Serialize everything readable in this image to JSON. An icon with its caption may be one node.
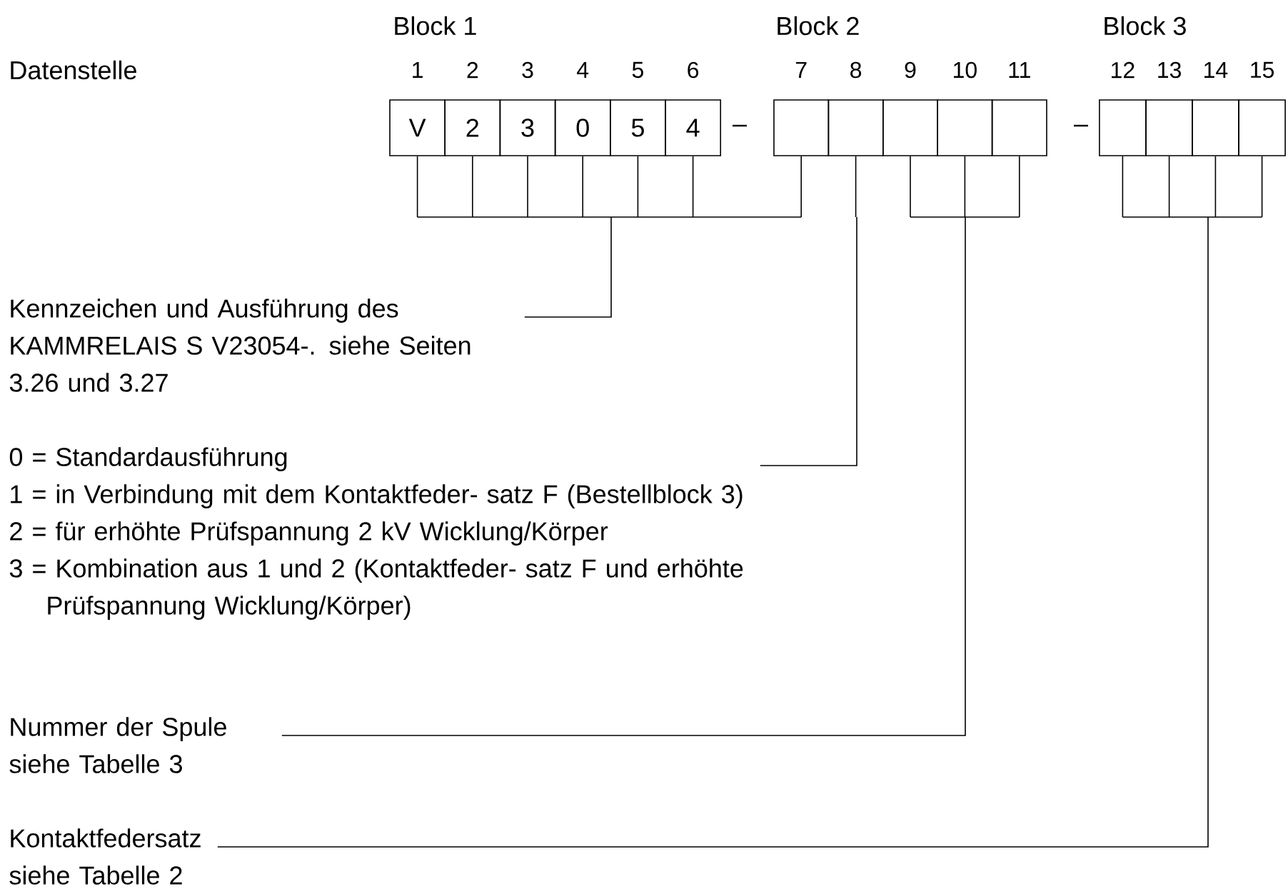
{
  "diagram": {
    "nodes": [
      {
        "text": [
          "V"
        ]
      },
      {
        "text": [
          "2"
        ]
      },
      {
        "text": [
          "3"
        ]
      },
      {
        "text": [
          "0"
        ]
      },
      {
        "text": [
          "5"
        ]
      },
      {
        "text": [
          "4"
        ]
      },
      {
        "text": [],
        "shape": "box"
      },
      {
        "text": [],
        "shape": "box"
      },
      {
        "text": [],
        "shape": "box"
      },
      {
        "text": [],
        "shape": "box"
      },
      {
        "text": [],
        "shape": "box"
      },
      {
        "text": [],
        "shape": "box"
      },
      {
        "text": [],
        "shape": "box"
      },
      {
        "text": [],
        "shape": "box"
      },
      {
        "text": [],
        "shape": "box"
      },
      {
        "text": [
          "Kennzeichen und Ausführung des KAMMRELAIS S V23054-. siehe Seiten 3.26 und 3.27"
        ]
      },
      {
        "text": [
          "0 = Standardausführung",
          "1 = in Verbindung mit dem Kontaktfeder- satz F (Bestellblock 3)",
          "2 = für erhöhte Prüfspannung 2 kV Wicklung/Körper",
          "3 = Kombination aus 1 und 2 (Kontaktfeder- satz F und erhöhte Prüfspannung Wicklung/Körper)"
        ]
      },
      {
        "text": [
          "Nummer der Spule siehe Tabelle 3"
        ]
      },
      {
        "text": [
          "Kontaktfedersatz siehe Tabelle 2"
        ]
      }
    ],
    "edges": [
      {
        "from": 15,
        "to": 0,
        "arrow": "none"
      },
      {
        "from": 15,
        "to": 1,
        "arrow": "none"
      },
      {
        "from": 15,
        "to": 2,
        "arrow": "none"
      },
      {
        "from": 15,
        "to": 3,
        "arrow": "none"
      },
      {
        "from": 15,
        "to": 4,
        "arrow": "none"
      },
      {
        "from": 15,
        "to": 5,
        "arrow": "none"
      },
      {
        "from": 15,
        "to": 6,
        "arrow": "none"
      },
      {
        "from": 16,
        "to": 7,
        "arrow": "none"
      },
      {
        "from": 17,
        "to": 8,
        "arrow": "none"
      },
      {
        "from": 17,
        "to": 9,
        "arrow": "none"
      },
      {
        "from": 17,
        "to": 10,
        "arrow": "none"
      },
      {
        "from": 18,
        "to": 11,
        "arrow": "none"
      },
      {
        "from": 18,
        "to": 12,
        "arrow": "none"
      },
      {
        "from": 18,
        "to": 13,
        "arrow": "none"
      },
      {
        "from": 18,
        "to": 14,
        "arrow": "none"
      }
    ],
    "labels": [
      "Block 1",
      "Block 2",
      "Block 3",
      "Datenstelle",
      "1",
      "2",
      "3",
      "4",
      "5",
      "6",
      "7",
      "8",
      "9",
      "10",
      "11",
      "12",
      "13",
      "14",
      "15",
      "–",
      "–"
    ]
  }
}
